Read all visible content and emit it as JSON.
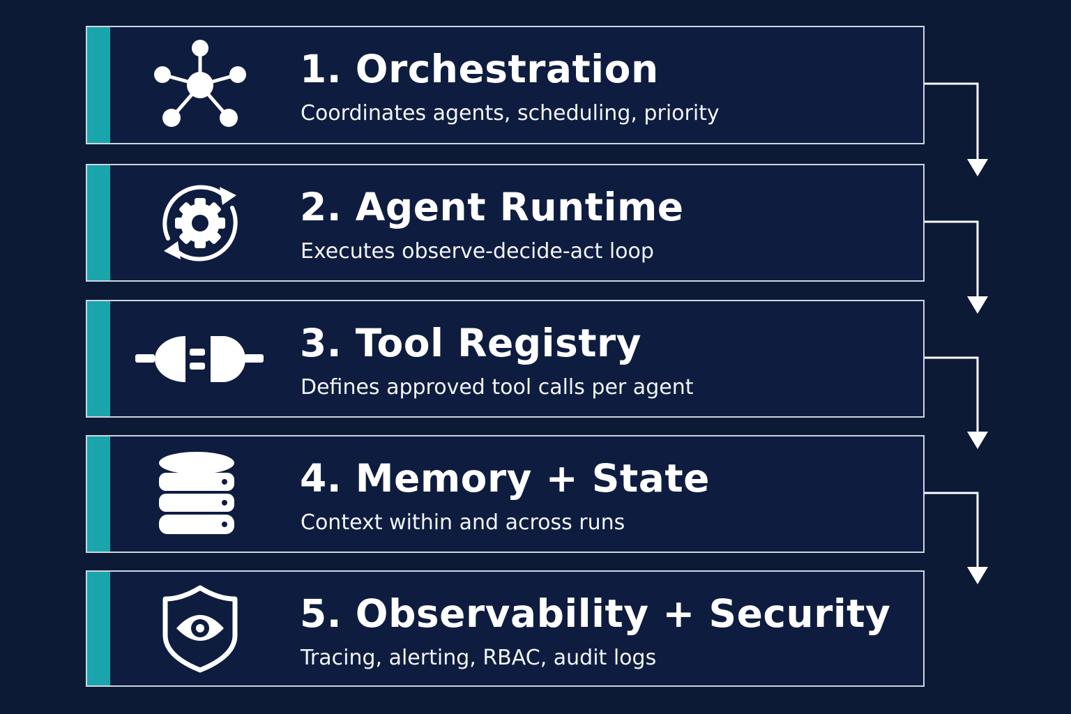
{
  "layers": [
    {
      "title": "1. Orchestration",
      "description": "Coordinates agents, scheduling, priority",
      "icon": "network-hub-icon"
    },
    {
      "title": "2. Agent Runtime",
      "description": "Executes observe-decide-act loop",
      "icon": "gear-cycle-icon"
    },
    {
      "title": "3. Tool Registry",
      "description": "Defines approved tool calls per agent",
      "icon": "plug-connector-icon"
    },
    {
      "title": "4. Memory + State",
      "description": "Context within and across runs",
      "icon": "database-icon"
    },
    {
      "title": "5. Observability + Security",
      "description": "Tracing, alerting, RBAC, audit logs",
      "icon": "shield-eye-icon"
    }
  ],
  "colors": {
    "background": "#0c1a36",
    "panel": "#0e1d3f",
    "border": "#cfd6e2",
    "accent": "#1aa5ac",
    "text": "#ffffff"
  }
}
